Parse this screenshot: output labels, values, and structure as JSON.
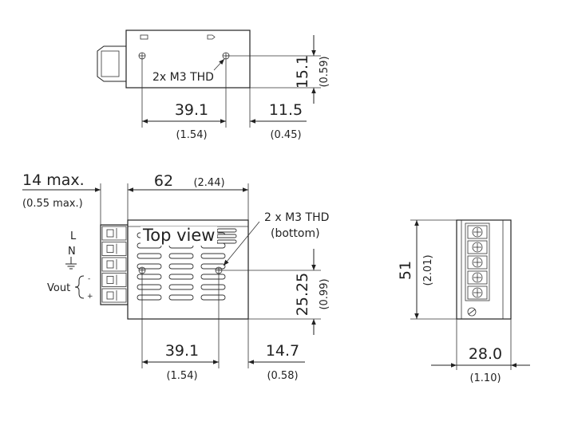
{
  "side_view": {
    "thread_label": "2x M3 THD",
    "dim_height_mm": "15.1",
    "dim_height_in": "(0.59)",
    "dim_spacing_mm": "39.1",
    "dim_spacing_in": "(1.54)",
    "dim_edge_mm": "11.5",
    "dim_edge_in": "(0.45)"
  },
  "top_view": {
    "title": "Top view",
    "thread_label": "2 x M3 THD",
    "thread_sub": "(bottom)",
    "dim_terminal_mm": "14 max.",
    "dim_terminal_in": "(0.55 max.)",
    "dim_length_mm": "62",
    "dim_length_in": "(2.44)",
    "dim_height_mm": "25.25",
    "dim_height_in": "(0.99)",
    "dim_spacing_mm": "39.1",
    "dim_spacing_in": "(1.54)",
    "dim_edge_mm": "14.7",
    "dim_edge_in": "(0.58)",
    "pin_L": "L",
    "pin_N": "N",
    "pin_vout": "Vout",
    "pin_minus": "-",
    "pin_plus": "+"
  },
  "end_view": {
    "dim_height_mm": "51",
    "dim_height_in": "(2.01)",
    "dim_width_mm": "28.0",
    "dim_width_in": "(1.10)"
  }
}
